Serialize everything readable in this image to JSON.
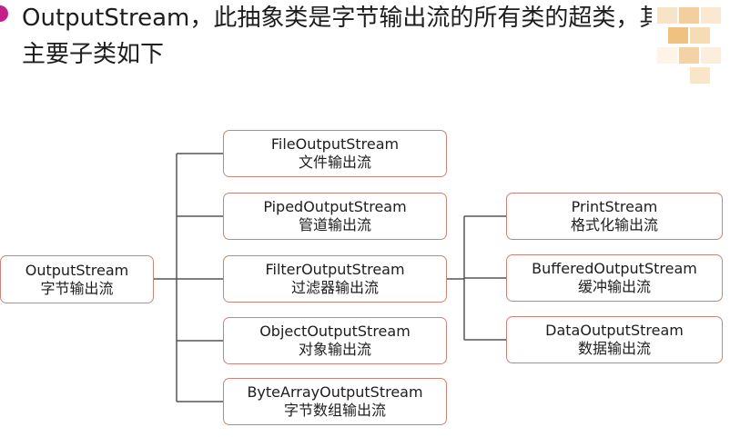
{
  "heading": {
    "line1": "OutputStream，此抽象类是字节输出流的所有类的超类，其",
    "line2": "主要子类如下"
  },
  "colors": {
    "bullet": "#c41f8a",
    "node_border": "#c9847a",
    "connector": "#555555",
    "text": "#1d1d1d"
  },
  "diagram": {
    "root": {
      "en": "OutputStream",
      "zh": "字节输出流"
    },
    "children": [
      {
        "en": "FileOutputStream",
        "zh": "文件输出流"
      },
      {
        "en": "PipedOutputStream",
        "zh": "管道输出流"
      },
      {
        "en": "FilterOutputStream",
        "zh": "过滤器输出流"
      },
      {
        "en": "ObjectOutputStream",
        "zh": "对象输出流"
      },
      {
        "en": "ByteArrayOutputStream",
        "zh": "字节数组输出流"
      }
    ],
    "filter_children": [
      {
        "en": "PrintStream",
        "zh": "格式化输出流"
      },
      {
        "en": "BufferedOutputStream",
        "zh": "缓冲输出流"
      },
      {
        "en": "DataOutputStream",
        "zh": "数据输出流"
      }
    ]
  }
}
